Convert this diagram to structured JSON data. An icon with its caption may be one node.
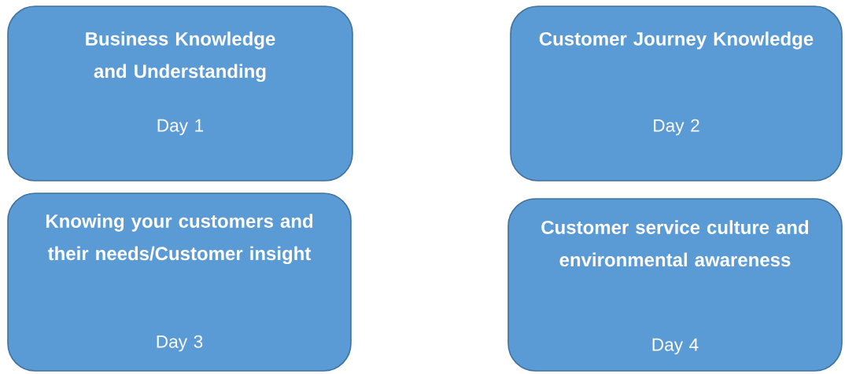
{
  "diagram": {
    "nodes": [
      {
        "text": [
          "Business Knowledge and Understanding",
          "Day 1"
        ]
      },
      {
        "text": [
          "Customer Journey Knowledge",
          "Day 2"
        ]
      },
      {
        "text": [
          "Knowing your customers and their needs/Customer insight",
          "Day 3"
        ]
      },
      {
        "text": [
          "Customer service culture and environmental awareness",
          "Day 4"
        ]
      }
    ]
  }
}
